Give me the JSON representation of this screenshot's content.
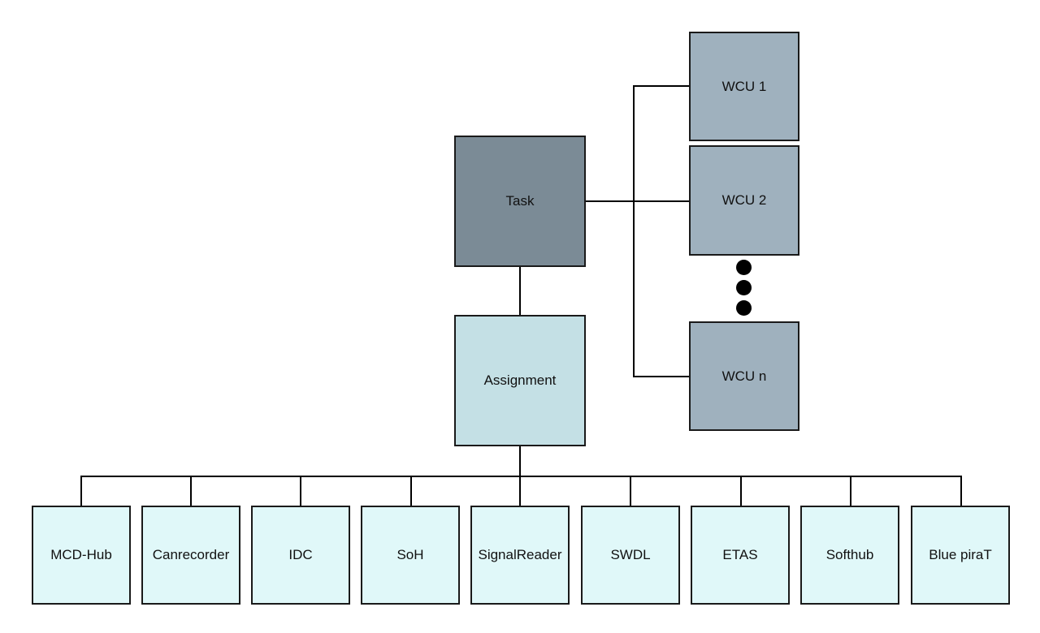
{
  "colors": {
    "task": "#7b8b96",
    "assignment": "#c4e0e5",
    "wcu": "#9fb1be",
    "tool": "#e0f8f9",
    "line": "#000000"
  },
  "task": {
    "label": "Task"
  },
  "assignment": {
    "label": "Assignment"
  },
  "wcus": [
    {
      "label": "WCU 1"
    },
    {
      "label": "WCU 2"
    },
    {
      "label": "WCU n"
    }
  ],
  "tools": [
    {
      "label": "MCD-Hub"
    },
    {
      "label": "Canrecorder"
    },
    {
      "label": "IDC"
    },
    {
      "label": "SoH"
    },
    {
      "label": "SignalReader"
    },
    {
      "label": "SWDL"
    },
    {
      "label": "ETAS"
    },
    {
      "label": "Softhub"
    },
    {
      "label": "Blue piraT"
    }
  ],
  "continuation_marker": "ellipsis-dots"
}
